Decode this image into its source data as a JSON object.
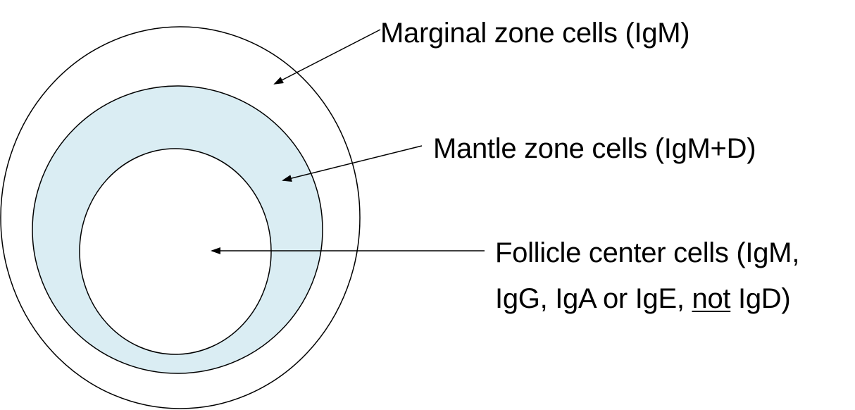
{
  "colors": {
    "mantle_fill": "#daedf3",
    "stroke": "#000000",
    "background": "#ffffff"
  },
  "labels": {
    "marginal": "Marginal zone cells (IgM)",
    "mantle": "Mantle zone cells (IgM+D)",
    "follicle_line1": "Follicle center cells (IgM,",
    "follicle_line2_prefix": "IgG, IgA or IgE, ",
    "follicle_line2_emphasis": "not",
    "follicle_line2_suffix": " IgD)"
  }
}
